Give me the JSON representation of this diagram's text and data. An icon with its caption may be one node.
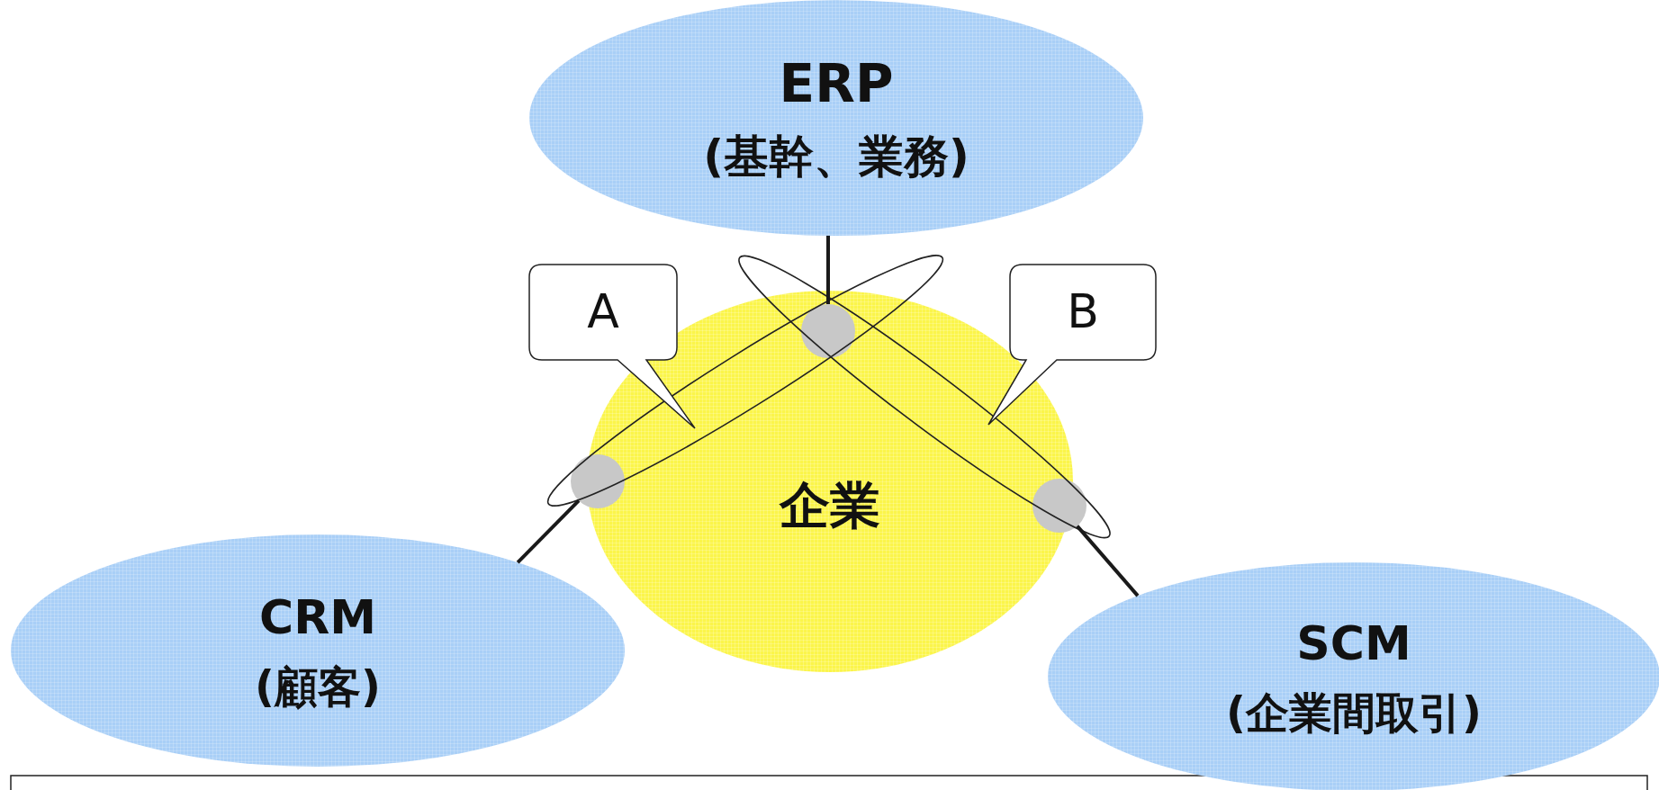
{
  "diagram": {
    "nodes": [
      {
        "text": [
          "ERP",
          "(基幹、業務)"
        ]
      },
      {
        "text": [
          "A"
        ]
      },
      {
        "text": [
          "B"
        ]
      },
      {
        "text": [
          "企業"
        ]
      },
      {
        "text": [],
        "shape": "circle",
        "in": 3
      },
      {
        "text": [],
        "shape": "circle",
        "in": 3
      },
      {
        "text": [],
        "shape": "circle",
        "in": 3
      },
      {
        "text": [
          "CRM",
          "(顧客)"
        ]
      },
      {
        "text": [
          "SCM",
          "(企業間取引)"
        ]
      }
    ],
    "edges": [
      {
        "from": 4,
        "to": 0,
        "arrow": "none"
      },
      {
        "from": 5,
        "to": 7,
        "arrow": "none"
      },
      {
        "from": 6,
        "to": 8,
        "arrow": "none"
      }
    ]
  }
}
